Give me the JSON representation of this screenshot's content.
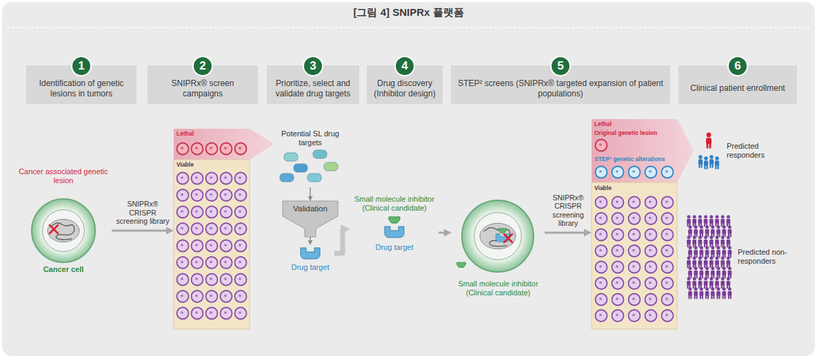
{
  "diagram": {
    "title": "[그림 4] SNIPRx 플랫폼",
    "nodes": [
      {
        "text": [
          "1",
          "Identification of genetic lesions in tumors"
        ]
      },
      {
        "text": [
          "2",
          "SNIPRx® screen campaigns"
        ]
      },
      {
        "text": [
          "3",
          "Prioritize, select and validate drug targets"
        ]
      },
      {
        "text": [
          "4",
          "Drug discovery (Inhibitor design)"
        ]
      },
      {
        "text": [
          "5",
          "STEP² screens (SNIPRx® targeted expansion of patient populations)"
        ]
      },
      {
        "text": [
          "6",
          "Clinical patient enrollment"
        ]
      },
      {
        "text": [
          "Cancer associated genetic lesion",
          "Cancer cell"
        ]
      },
      {
        "text": [
          "Lethal",
          "Viable"
        ]
      },
      {
        "text": [
          "Potential SL drug targets"
        ]
      },
      {
        "text": [
          "Validation"
        ]
      },
      {
        "text": [
          "Drug target"
        ]
      },
      {
        "text": [
          "Small molecule inhibitor (Clinical candidate)",
          "Drug target"
        ]
      },
      {
        "text": [
          "Small molecule inhibitor (Clinical candidate)"
        ]
      },
      {
        "text": [
          "Lethal",
          "Original genetic lesion",
          "STEP² genetic alterations",
          "Viable"
        ]
      },
      {
        "text": [
          "Predicted responders"
        ]
      },
      {
        "text": [
          "Predicted non-responders"
        ]
      }
    ],
    "edges": [
      {
        "from": 6,
        "to": 7,
        "arrow": "to",
        "label": "SNIPRx® CRISPR screening library"
      },
      {
        "from": 8,
        "to": 9,
        "arrow": "to"
      },
      {
        "from": 9,
        "to": 10,
        "arrow": "to"
      },
      {
        "from": 10,
        "to": 11,
        "arrow": "to"
      },
      {
        "from": 11,
        "to": 12,
        "arrow": "to"
      },
      {
        "from": 12,
        "to": 13,
        "arrow": "to",
        "label": "SNIPRx® CRISPR screening library"
      }
    ]
  }
}
